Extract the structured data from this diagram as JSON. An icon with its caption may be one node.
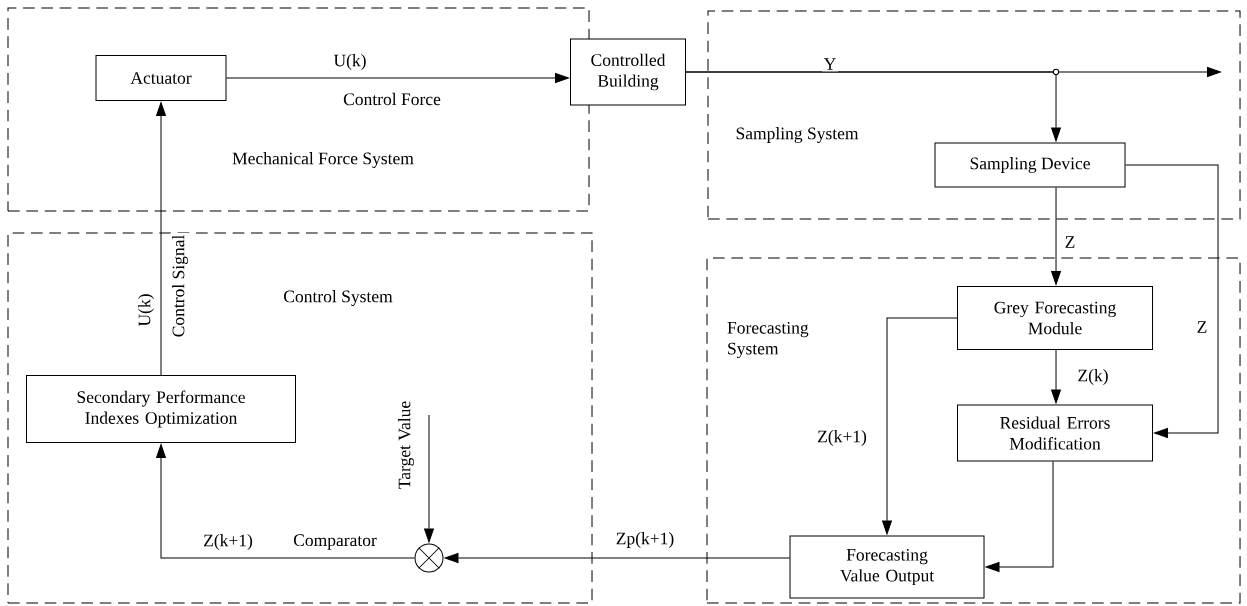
{
  "diagram": {
    "nodes": [
      {
        "text": [
          "Mechanical Force System"
        ]
      },
      {
        "text": [
          "Actuator"
        ],
        "in": 0
      },
      {
        "text": [
          "Controlled Building"
        ]
      },
      {
        "text": [
          "Sampling System"
        ]
      },
      {
        "text": [
          "Sampling Device"
        ],
        "in": 3
      },
      {
        "text": [
          "Control System"
        ]
      },
      {
        "text": [
          "Secondary Performance Indexes Optimization"
        ],
        "in": 5
      },
      {
        "text": [],
        "shape": "circle",
        "beside": [
          "Comparator"
        ],
        "in": 5
      },
      {
        "text": [
          "Forecasting System"
        ]
      },
      {
        "text": [
          "Grey Forecasting Module"
        ],
        "in": 8
      },
      {
        "text": [
          "Residual Errors Modification"
        ],
        "in": 8
      },
      {
        "text": [
          "Forecasting Value Output"
        ],
        "in": 8
      }
    ],
    "edges": [
      {
        "from": 1,
        "to": 2,
        "arrow": "to",
        "label": "U(k)"
      },
      {
        "from": 2,
        "to": null,
        "arrow": "to",
        "label": "Y"
      },
      {
        "from": 2,
        "to": 4,
        "arrow": "to"
      },
      {
        "from": 4,
        "to": 9,
        "arrow": "to",
        "label": "Z"
      },
      {
        "from": 4,
        "to": 10,
        "arrow": "to",
        "label": "Z"
      },
      {
        "from": 9,
        "to": 10,
        "arrow": "to",
        "label": "Z(k)"
      },
      {
        "from": 9,
        "to": 11,
        "arrow": "to",
        "label": "Z(k+1)"
      },
      {
        "from": 10,
        "to": 11,
        "arrow": "to"
      },
      {
        "from": 11,
        "to": 7,
        "arrow": "to",
        "label": "Zp(k+1)"
      },
      {
        "from": null,
        "to": 7,
        "arrow": "to",
        "label": "Target Value"
      },
      {
        "from": 7,
        "to": 6,
        "arrow": "to",
        "label": "Z(k+1)"
      },
      {
        "from": 6,
        "to": 1,
        "arrow": "to",
        "label": "U(k)"
      }
    ],
    "labels": [
      "Control Force",
      "Control Signal"
    ]
  }
}
